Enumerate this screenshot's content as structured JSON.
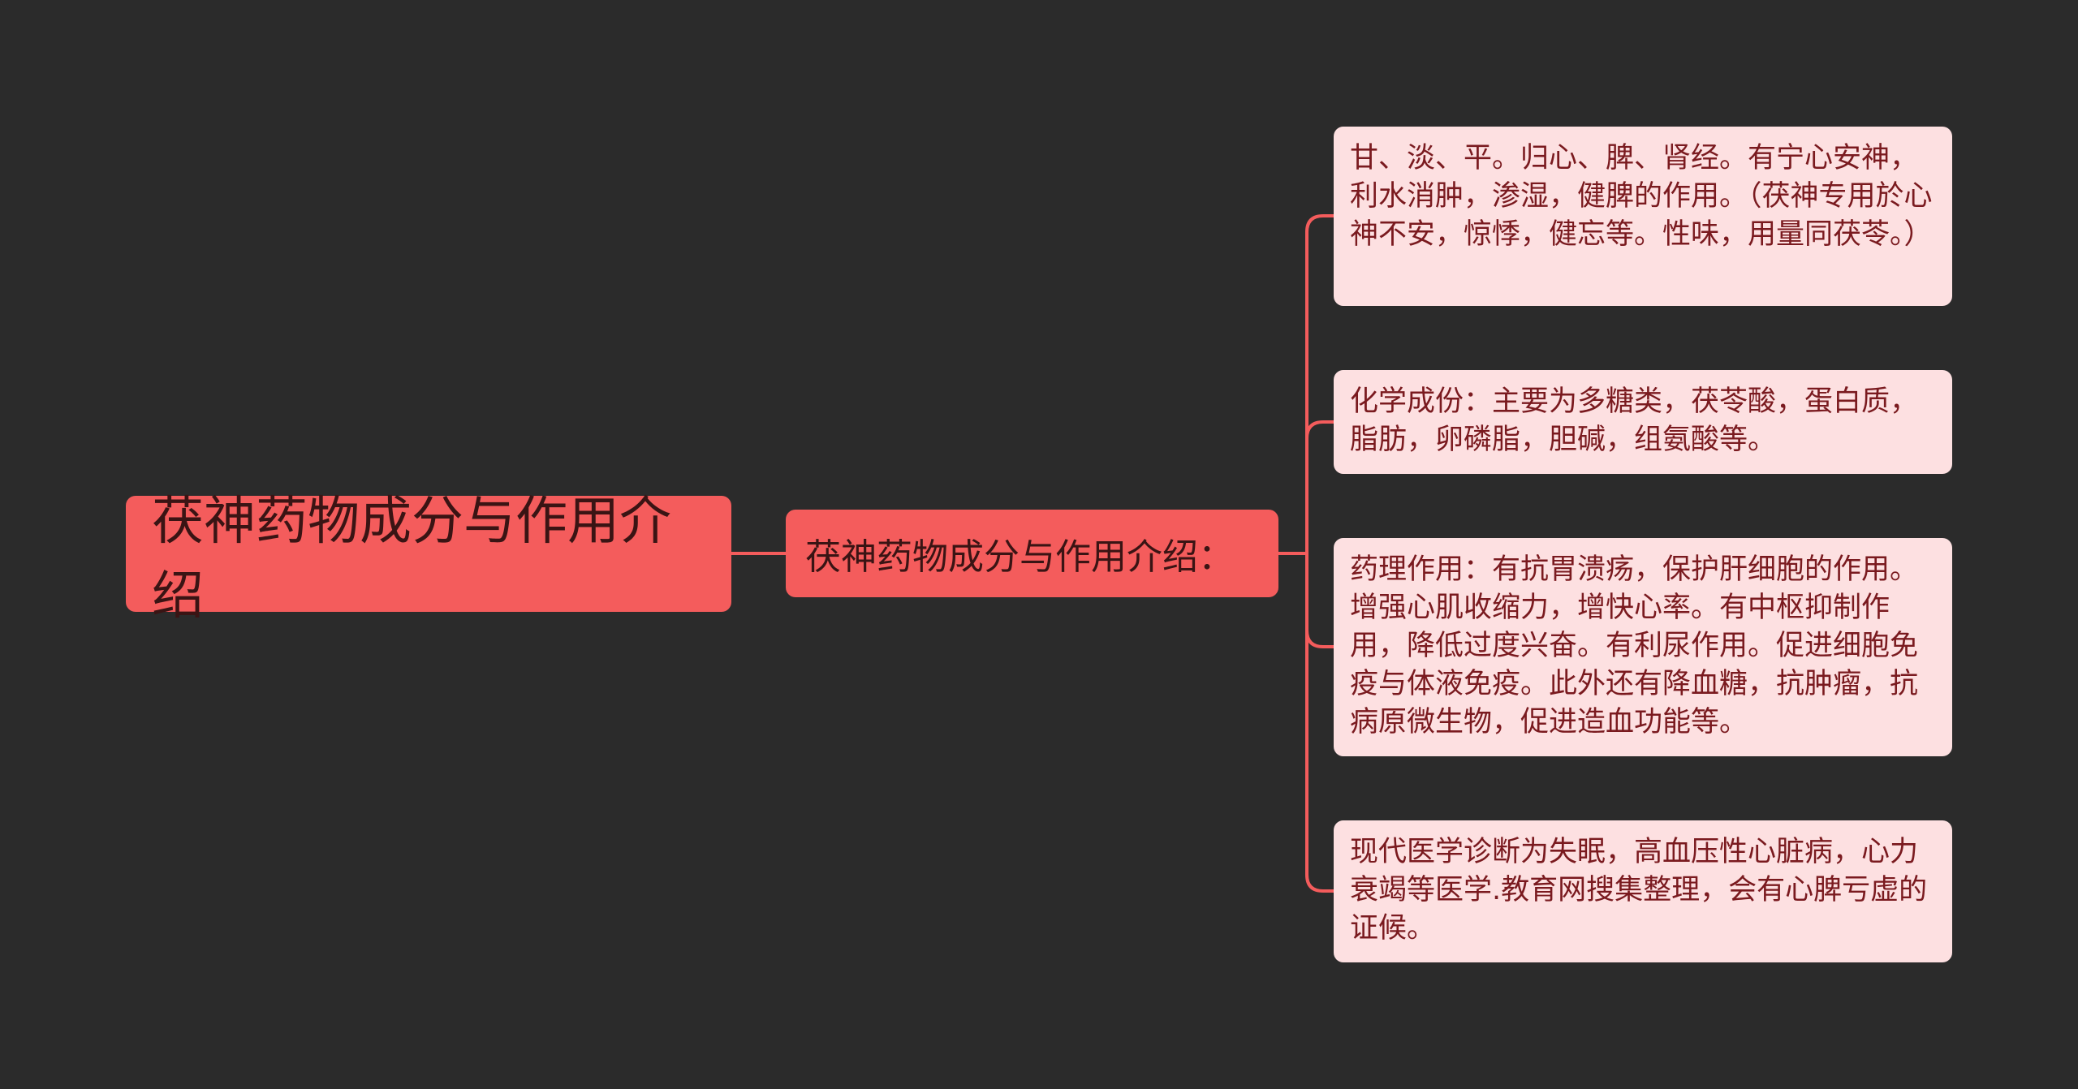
{
  "root": {
    "label": "茯神药物成分与作用介绍"
  },
  "branch": {
    "label": "茯神药物成分与作用介绍："
  },
  "leaves": [
    {
      "text": "甘、淡、平。归心、脾、肾经。有宁心安神，利水消肿，渗湿，健脾的作用。（茯神专用於心神不安，惊悸，健忘等。性味，用量同茯苓。）"
    },
    {
      "text": "化学成份：主要为多糖类，茯苓酸，蛋白质，脂肪，卵磷脂，胆碱，组氨酸等。"
    },
    {
      "text": "药理作用：有抗胃溃疡，保护肝细胞的作用。增强心肌收缩力，增快心率。有中枢抑制作用，降低过度兴奋。有利尿作用。促进细胞免疫与体液免疫。此外还有降血糖，抗肿瘤，抗病原微生物，促进造血功能等。"
    },
    {
      "text": "现代医学诊断为失眠，高血压性心脏病，心力衰竭等医学.教育网搜集整理，会有心脾亏虚的证候。"
    }
  ],
  "colors": {
    "background": "#2b2b2b",
    "node_fill": "#f45c5c",
    "leaf_fill": "#fde0e1",
    "connector": "#f45c5c"
  }
}
